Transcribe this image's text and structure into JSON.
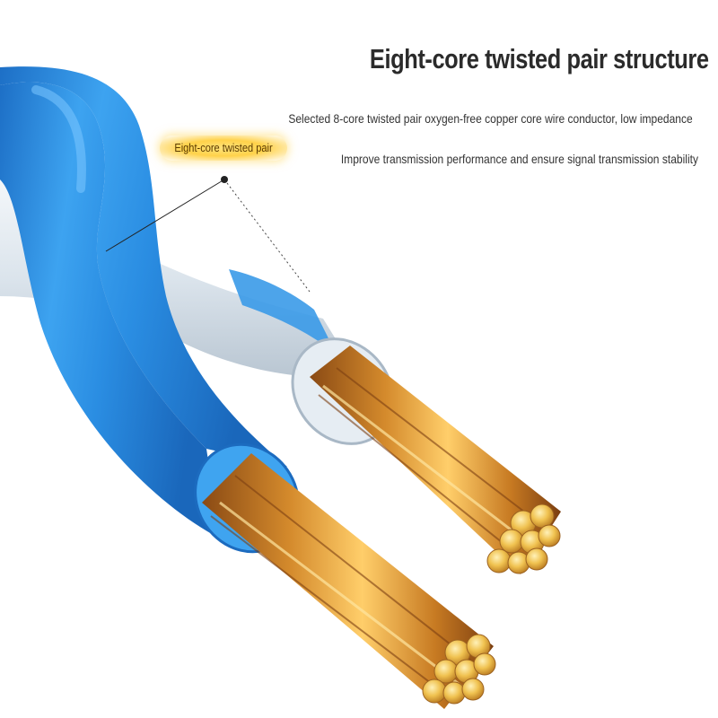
{
  "heading": {
    "title": "Eight-core twisted pair structure",
    "line1": "Selected 8-core twisted pair oxygen-free copper core wire conductor, low impedance",
    "line2": "Improve transmission performance and ensure signal transmission stability"
  },
  "callout": {
    "label": "Eight-core twisted pair"
  },
  "colors": {
    "blue_jacket": "#2f8fe0",
    "white_jacket": "#dde6ee",
    "copper": "#c9832c",
    "copper_highlight": "#ffd888",
    "tag_glow": "#ffd24a"
  }
}
